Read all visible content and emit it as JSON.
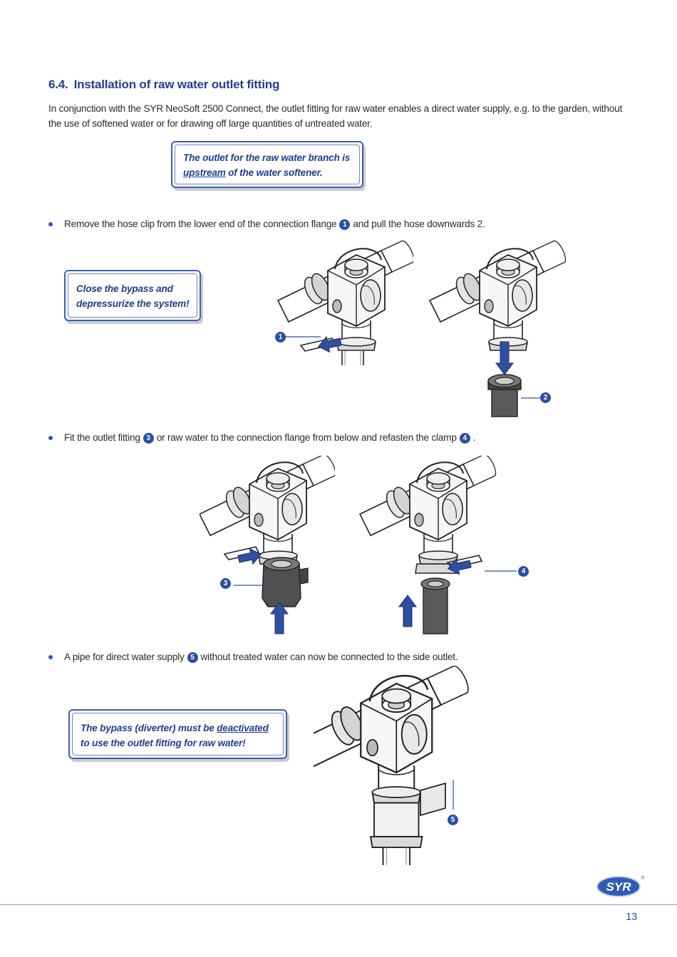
{
  "section": {
    "number": "6.4.",
    "title": "Installation of raw water outlet fitting"
  },
  "intro": "In conjunction with the SYR NeoSoft 2500 Connect, the outlet fitting for raw water enables a direct water supply, e.g. to the garden, without the use of softened water or for drawing off large quantities of untreated water.",
  "notes": {
    "upstream": {
      "pre": "The outlet for the raw water branch is",
      "underlined": "upstream",
      "post": " of the water softener."
    },
    "bypass_close": {
      "line1": "Close the bypass and",
      "line2": "depressurize the system!"
    },
    "bypass_deactivate": {
      "pre": "The bypass (diverter) must be ",
      "underlined": "deactivated",
      "line2": "to use the outlet fitting for raw water!"
    }
  },
  "steps": [
    {
      "pre": "Remove the hose clip from the lower end of the connection flange",
      "marker": "1",
      "post": "and pull the hose downwards 2."
    },
    {
      "pre": "Fit the outlet fitting",
      "marker1": "3",
      "mid": "or raw water to the connection flange from below and refasten the clamp",
      "marker2": "4",
      "post": "."
    },
    {
      "pre": "A pipe for direct water supply",
      "marker": "5",
      "post": "without treated water can now be connected to the side outlet."
    }
  ],
  "callouts": [
    "1",
    "2",
    "3",
    "4",
    "5"
  ],
  "logo": {
    "text": "SYR",
    "mark": "®"
  },
  "page_number": "13",
  "colors": {
    "accent_blue": "#1f3f8f",
    "marker_blue": "#2b4fa8",
    "arrow_blue": "#2f4fa3",
    "note_border": "#3b5fb0"
  }
}
